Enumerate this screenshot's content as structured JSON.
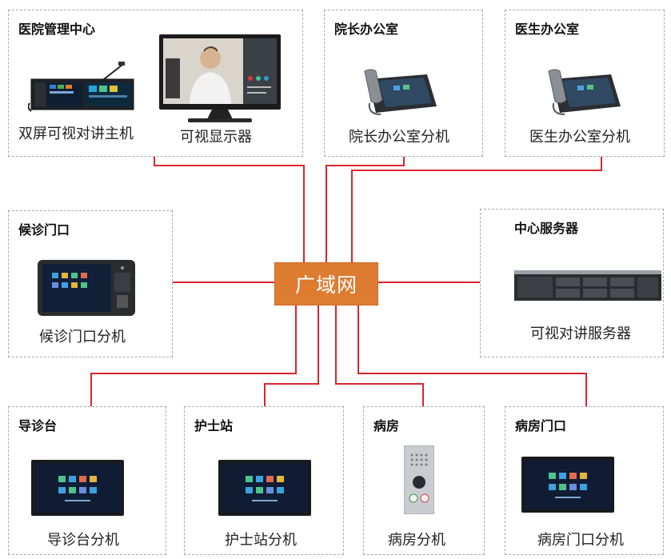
{
  "hub": {
    "label": "广域网"
  },
  "groups": {
    "management": {
      "title": "医院管理中心",
      "devices": [
        "双屏可视对讲主机",
        "可视显示器"
      ]
    },
    "dean": {
      "title": "院长办公室",
      "devices": [
        "院长办公室分机"
      ]
    },
    "doctor": {
      "title": "医生办公室",
      "devices": [
        "医生办公室分机"
      ]
    },
    "waiting": {
      "title": "候诊门口",
      "devices": [
        "候诊门口分机"
      ]
    },
    "server": {
      "title": "中心服务器",
      "devices": [
        "可视对讲服务器"
      ]
    },
    "guide": {
      "title": "导诊台",
      "devices": [
        "导诊台分机"
      ]
    },
    "nurse": {
      "title": "护士站",
      "devices": [
        "护士站分机"
      ]
    },
    "ward": {
      "title": "病房",
      "devices": [
        "病房分机"
      ]
    },
    "ward_door": {
      "title": "病房门口",
      "devices": [
        "病房门口分机"
      ]
    }
  },
  "colors": {
    "link": "#d9262c",
    "hub": "#dd7b31",
    "border": "#a9a9a9"
  }
}
